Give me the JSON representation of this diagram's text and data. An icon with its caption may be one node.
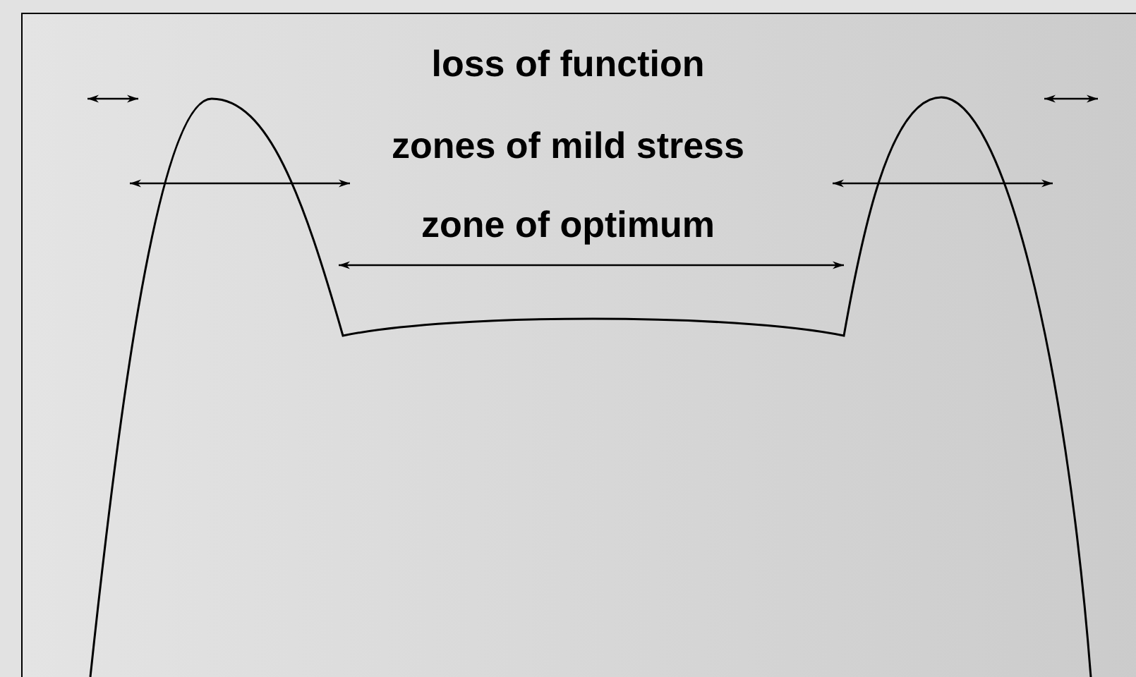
{
  "diagram": {
    "labels": [
      "loss of function",
      "zones of mild stress",
      "zone of optimum"
    ]
  }
}
